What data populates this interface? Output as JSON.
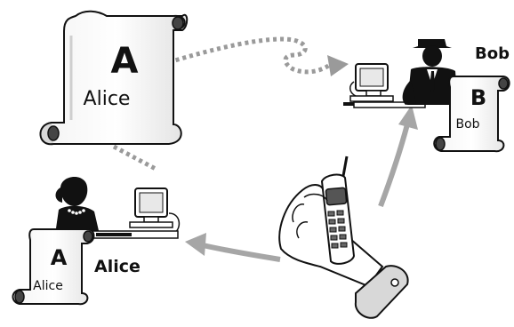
{
  "scrolls": {
    "alice_large": {
      "letter": "A",
      "name": "Alice"
    },
    "bob": {
      "letter": "B",
      "name": "Bob"
    },
    "alice_small": {
      "letter": "A",
      "name": "Alice"
    }
  },
  "people": {
    "bob": {
      "label": "Bob"
    },
    "alice": {
      "label": "Alice"
    }
  },
  "icons": {
    "scroll": "scroll-icon",
    "computer": "computer-icon",
    "mobile_phone": "mobile-phone-icon",
    "hand": "hand-icon",
    "man_silhouette": "man-with-hat-icon",
    "woman_silhouette": "woman-icon"
  },
  "colors": {
    "dotted_arrow": "#9a9a9a",
    "solid_arrow": "#a6a6a6",
    "ink": "#111111",
    "scroll_shade": "#d8d8d8"
  }
}
